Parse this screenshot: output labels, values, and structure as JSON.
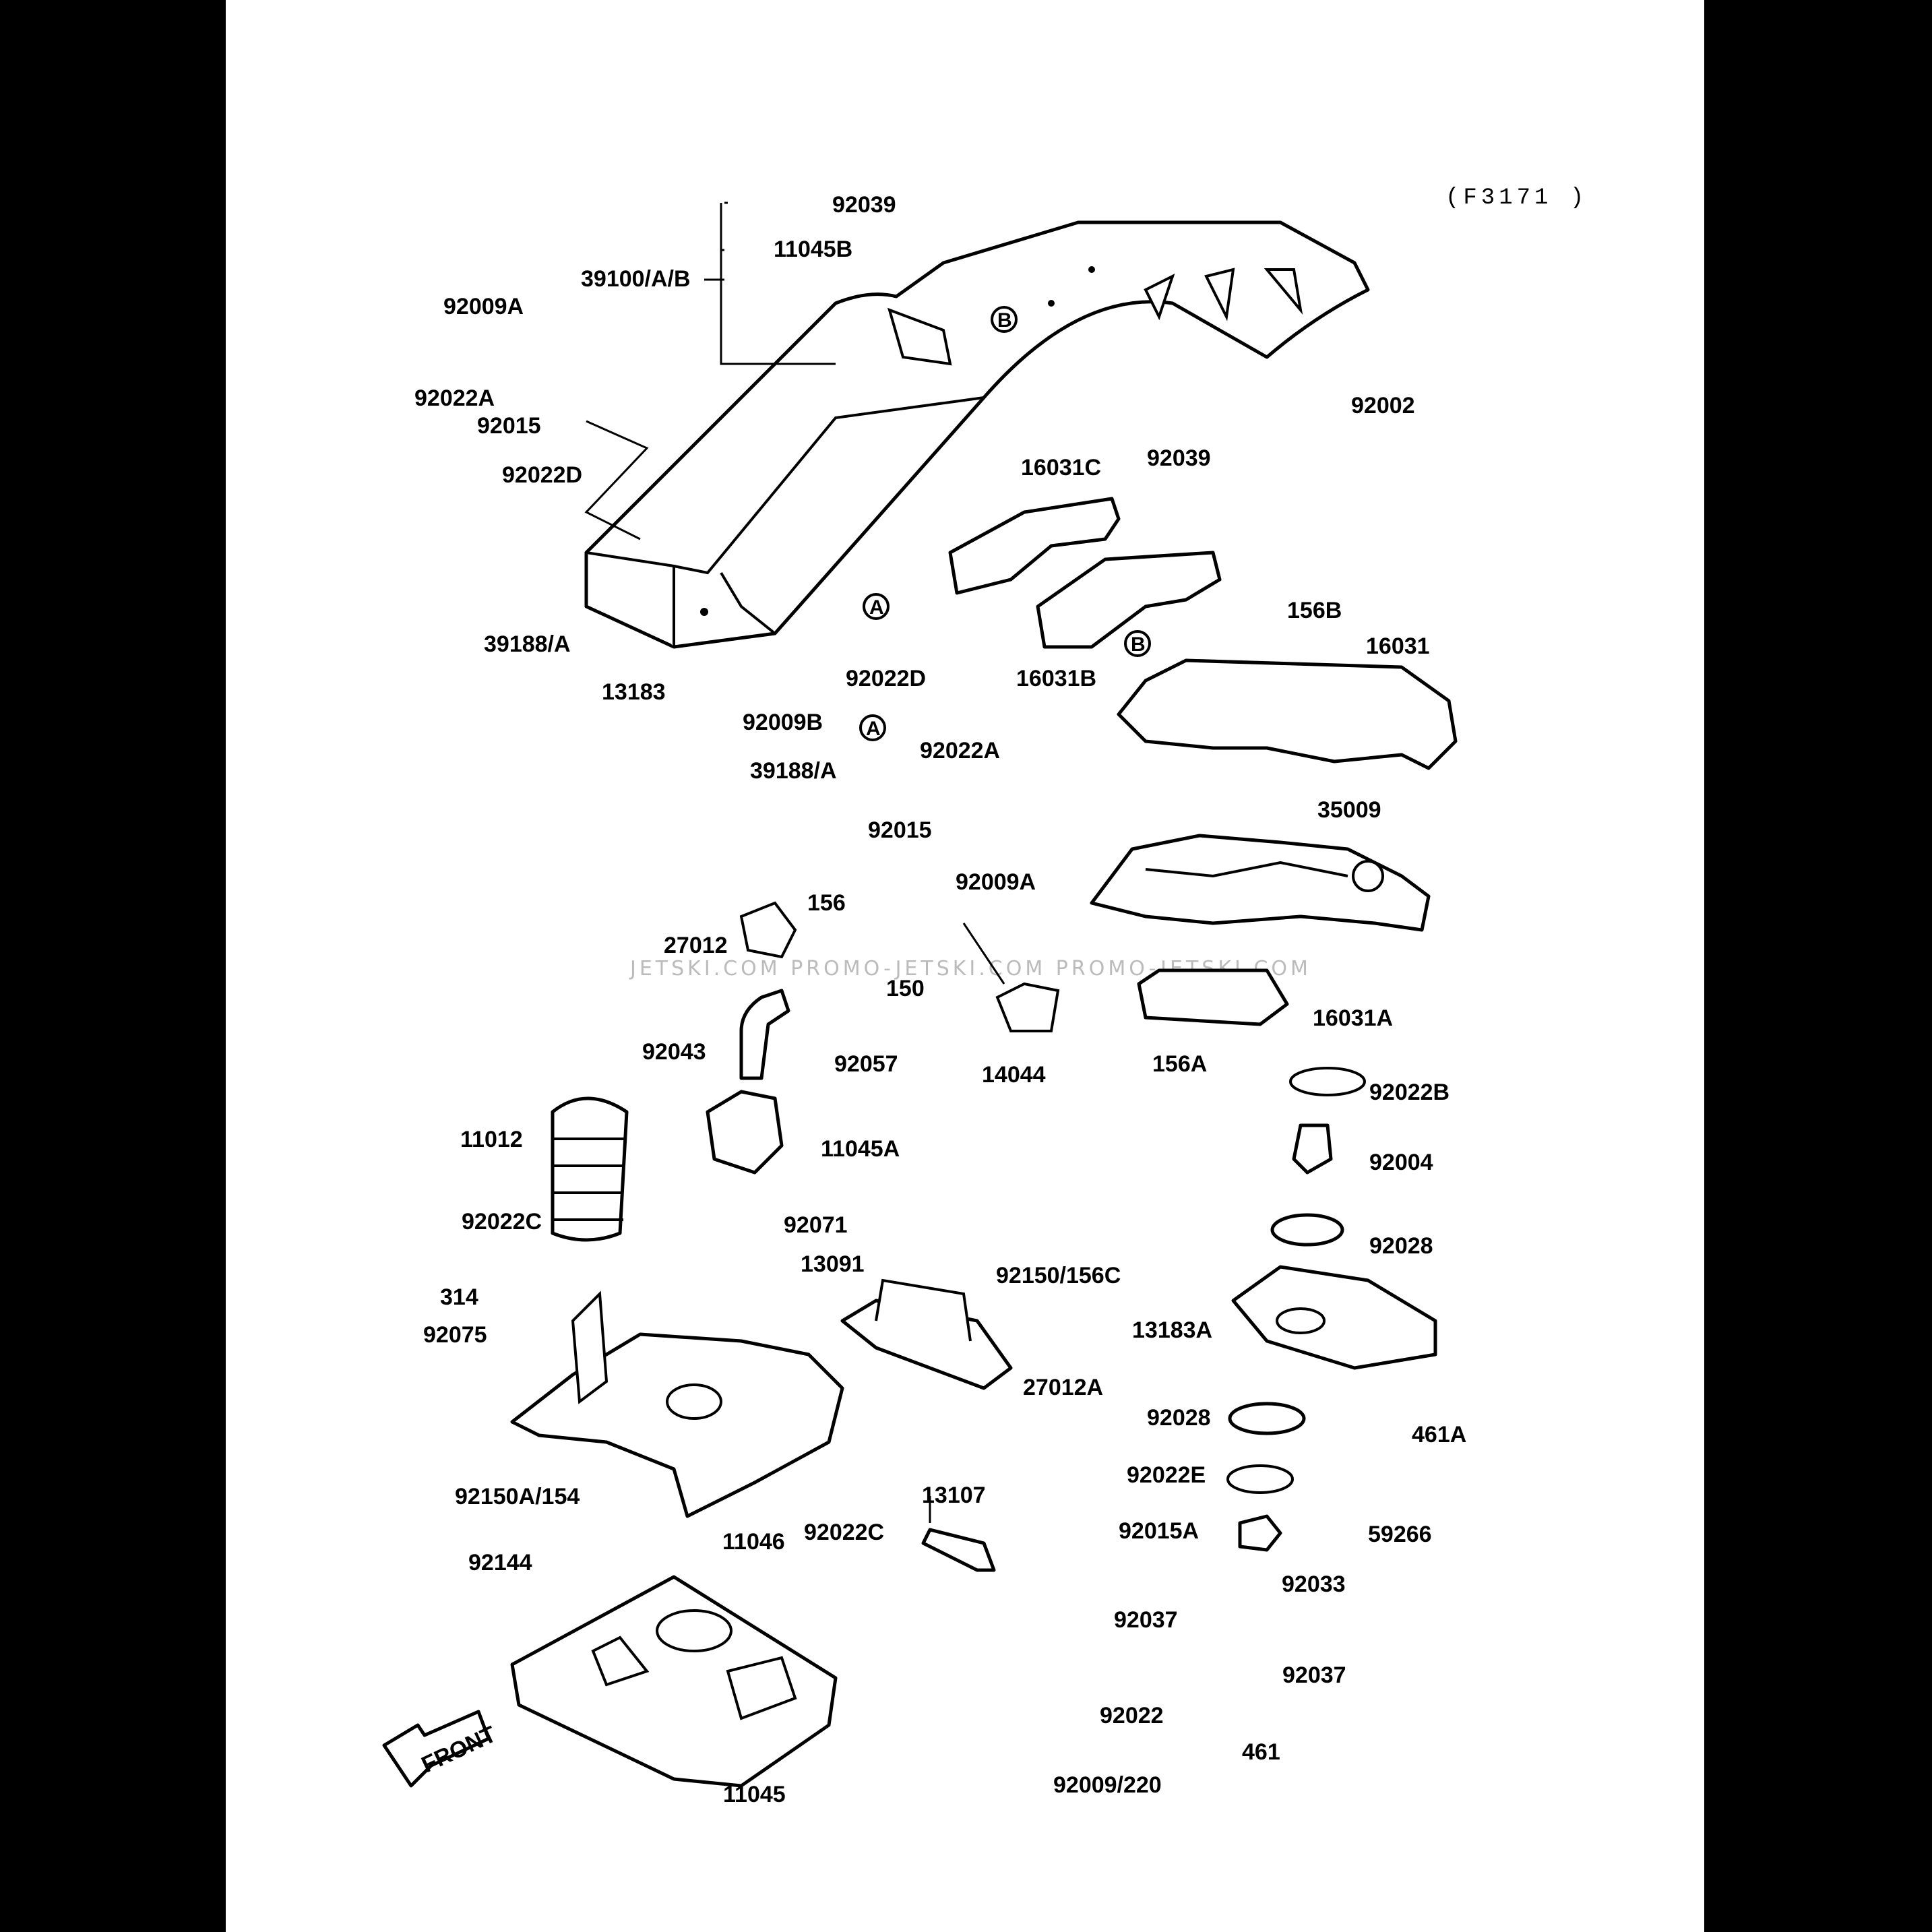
{
  "figure_code": "(F3171 )",
  "watermark": "JETSKI.COM PROMO-JETSKI.COM PROMO-JETSKI.COM",
  "front_label": "FRONT",
  "ref_markers": {
    "a": "A",
    "b": "B"
  },
  "part_labels": [
    "92039",
    "11045B",
    "39100/A/B",
    "92009A",
    "92022A",
    "92015",
    "92022D",
    "92002",
    "92039",
    "16031C",
    "39188/A",
    "13183",
    "92022D",
    "92009B",
    "16031B",
    "156B",
    "16031",
    "39188/A",
    "92022A",
    "92015",
    "92009A",
    "35009",
    "156",
    "27012",
    "150",
    "14044",
    "16031A",
    "156A",
    "92022B",
    "92043",
    "92057",
    "11045A",
    "11012",
    "92004",
    "92022C",
    "314",
    "92071",
    "13091",
    "92150/156C",
    "92028",
    "13183A",
    "92075",
    "27012A",
    "92028",
    "461A",
    "92150A/154",
    "92022E",
    "13107",
    "11046",
    "92022C",
    "59266",
    "92015A",
    "92144",
    "92033",
    "92037",
    "92037",
    "92022",
    "461",
    "11045",
    "92009/220"
  ]
}
